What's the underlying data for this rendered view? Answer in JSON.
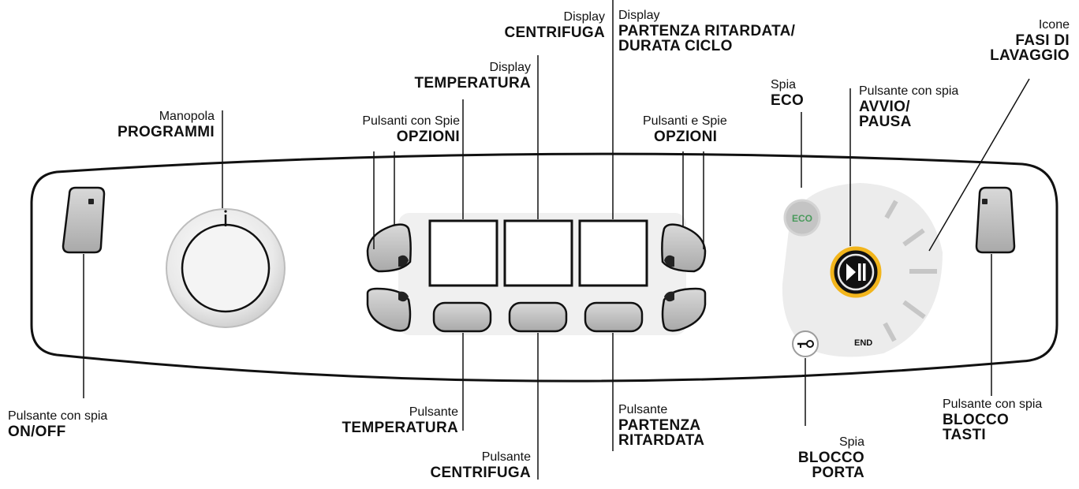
{
  "labels": {
    "onoff": {
      "light": "Pulsante con spia",
      "bold": [
        "ON/OFF"
      ]
    },
    "programmi": {
      "light": "Manopola",
      "bold": [
        "PROGRAMMI"
      ]
    },
    "opzioni_left": {
      "light": "Pulsanti con Spie",
      "bold": [
        "OPZIONI"
      ]
    },
    "disp_temperatura": {
      "light": "Display",
      "bold": [
        "TEMPERATURA"
      ]
    },
    "disp_centrifuga": {
      "light": "Display",
      "bold": [
        "CENTRIFUGA"
      ]
    },
    "disp_partenza": {
      "light": "Display",
      "bold": [
        "PARTENZA RITARDATA/",
        "DURATA CICLO"
      ]
    },
    "opzioni_right": {
      "light": "Pulsanti e Spie",
      "bold": [
        "OPZIONI"
      ]
    },
    "eco": {
      "light": "Spia",
      "bold": [
        "ECO"
      ]
    },
    "avvio": {
      "light": "Pulsante con spia",
      "bold": [
        "AVVIO/",
        "PAUSA"
      ]
    },
    "fasi": {
      "light": "Icone",
      "bold": [
        "FASI DI",
        "LAVAGGIO"
      ]
    },
    "btn_temperatura": {
      "light": "Pulsante",
      "bold": [
        "TEMPERATURA"
      ]
    },
    "btn_centrifuga": {
      "light": "Pulsante",
      "bold": [
        "CENTRIFUGA"
      ]
    },
    "btn_partenza": {
      "light": "Pulsante",
      "bold": [
        "PARTENZA",
        "RITARDATA"
      ]
    },
    "blocco_porta": {
      "light": "Spia",
      "bold": [
        "BLOCCO",
        "PORTA"
      ]
    },
    "blocco_tasti": {
      "light": "Pulsante con spia",
      "bold": [
        "BLOCCO",
        "TASTI"
      ]
    }
  },
  "panel": {
    "eco_icon_text": "ECO",
    "end_text": "END"
  },
  "colors": {
    "eco_green": "#4a9a5c",
    "start_ring": "#f2b51c",
    "button_gray": "#bdbdbd"
  }
}
